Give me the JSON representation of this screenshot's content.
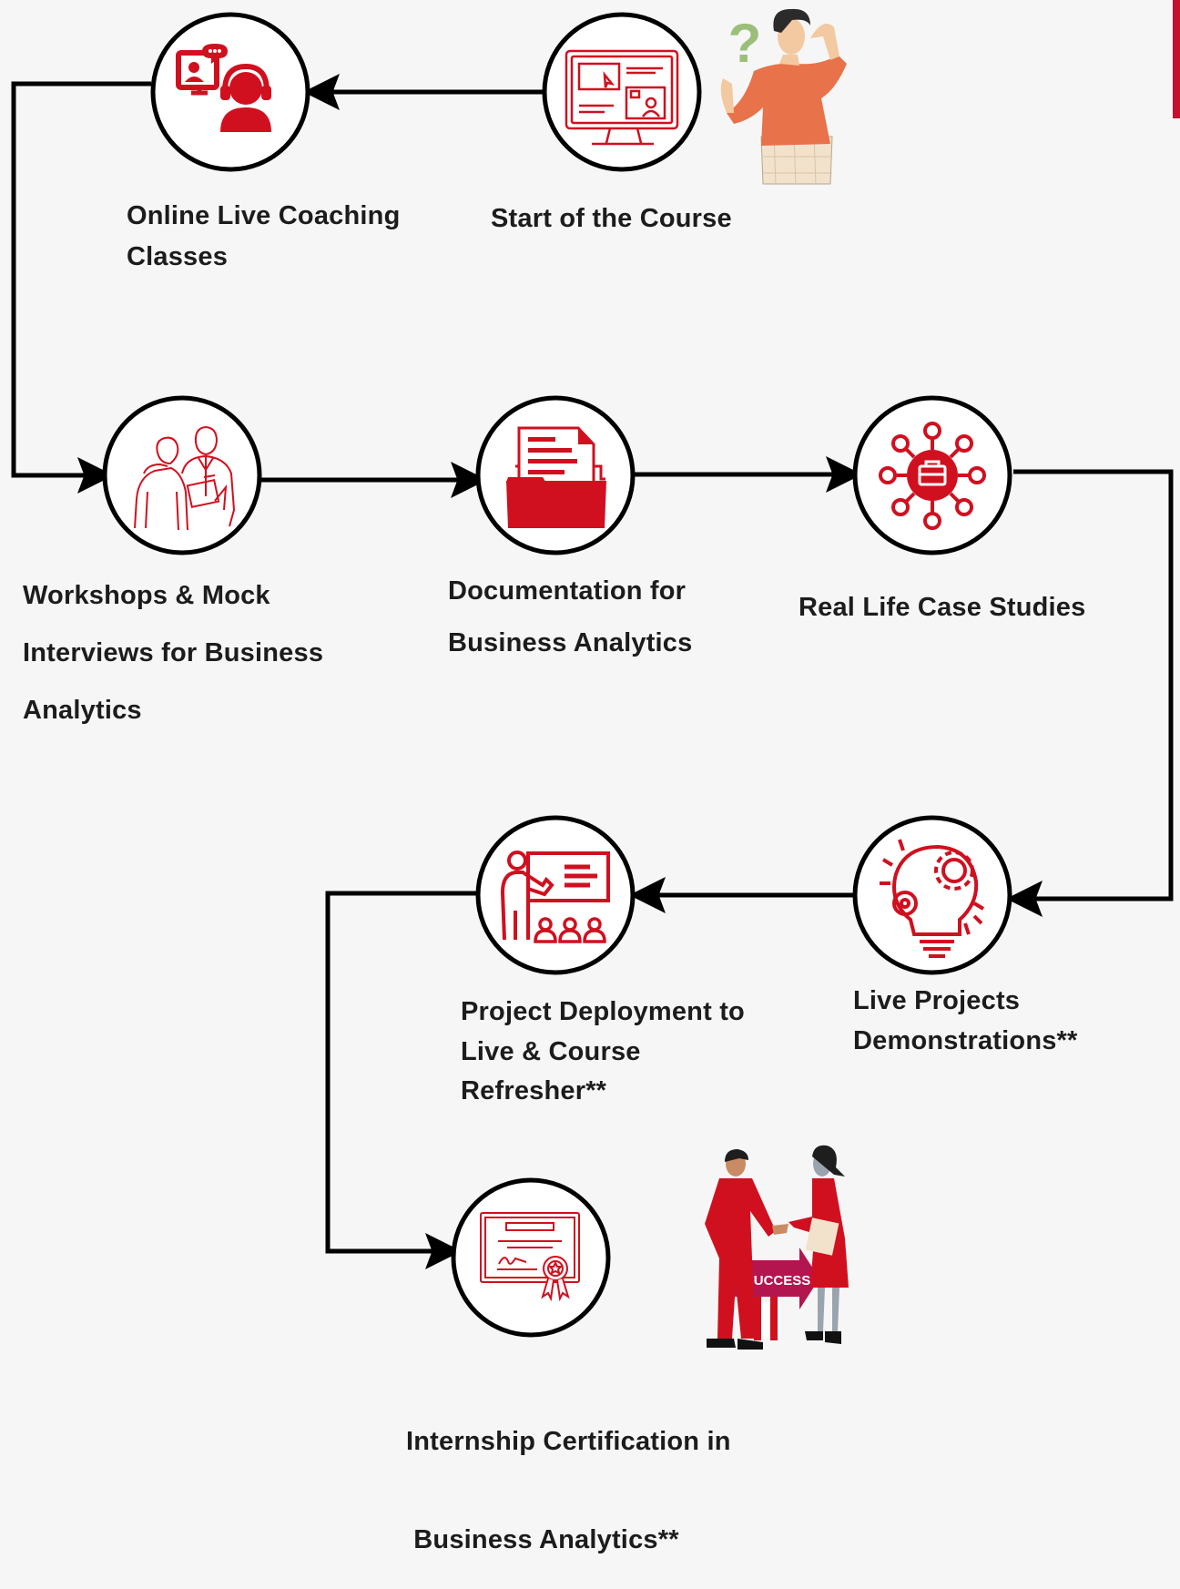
{
  "colors": {
    "accent": "#d0101f",
    "line": "#000000",
    "background": "#f6f6f6",
    "text": "#1c1c1c"
  },
  "steps": [
    {
      "id": "start",
      "label_lines": [
        "Start of the Course"
      ],
      "icon": "computer-monitor-icon"
    },
    {
      "id": "online",
      "label_lines": [
        "Online Live Coaching",
        "Classes"
      ],
      "icon": "headset-support-icon"
    },
    {
      "id": "workshops",
      "label_lines": [
        "Workshops & Mock",
        "Interviews for Business",
        "Analytics"
      ],
      "icon": "interview-icon"
    },
    {
      "id": "documentation",
      "label_lines": [
        "Documentation for",
        "Business Analytics"
      ],
      "icon": "document-folder-icon"
    },
    {
      "id": "casestudies",
      "label_lines": [
        "Real Life Case Studies"
      ],
      "icon": "network-briefcase-icon"
    },
    {
      "id": "liveprojects",
      "label_lines": [
        "Live Projects",
        "Demonstrations**"
      ],
      "icon": "lightbulb-gears-icon"
    },
    {
      "id": "deployment",
      "label_lines": [
        "Project Deployment to",
        "Live & Course",
        "Refresher**"
      ],
      "icon": "presentation-icon"
    },
    {
      "id": "certification",
      "label_lines": [
        "Internship Certification in",
        " Business Analytics**"
      ],
      "icon": "certificate-icon"
    }
  ],
  "illustrations": {
    "confused_person": {
      "glyph": "?",
      "icon": "confused-person-icon"
    },
    "handshake": {
      "sign_text": "SUCCESS",
      "icon": "handshake-success-icon"
    }
  }
}
